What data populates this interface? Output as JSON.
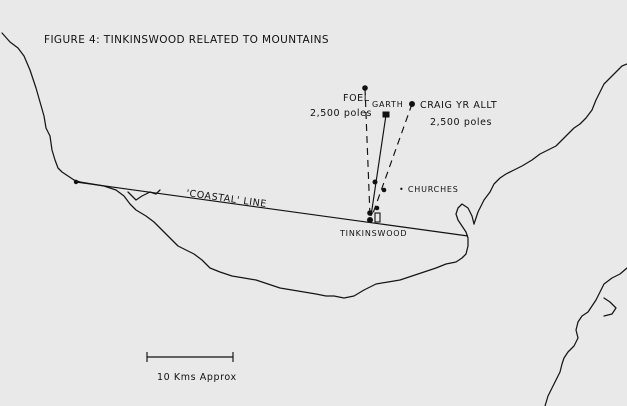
{
  "figure": {
    "title": "FIGURE 4: TINKINSWOOD RELATED TO MOUNTAINS"
  },
  "labels": {
    "foel": "FOEL",
    "foel_poles": "2,500 poles",
    "garth": "GARTH",
    "craig": "CRAIG YR ALLT",
    "craig_poles": "2,500 poles",
    "coastal_line": "'COASTAL' LINE",
    "churches": "• CHURCHES",
    "tinkinswood": "TINKINSWOOD"
  },
  "scale_bar": {
    "label": "10 Kms Approx"
  },
  "colors": {
    "paper": "#e9e9e9",
    "ink": "#111111"
  }
}
